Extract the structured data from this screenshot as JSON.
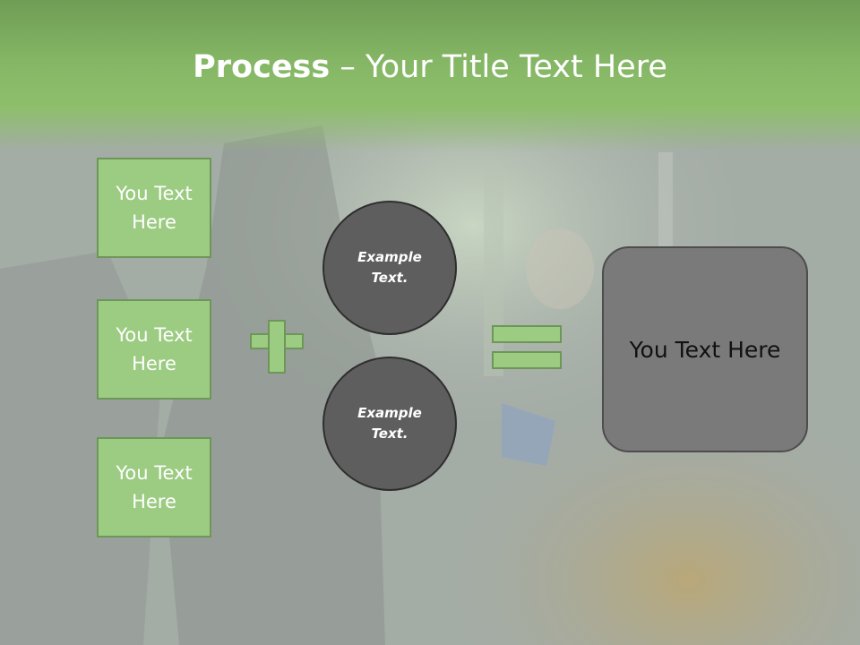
{
  "title": {
    "bold": "Process",
    "rest": " – Your Title Text Here"
  },
  "boxes": [
    {
      "label": "You Text Here"
    },
    {
      "label": "You Text Here"
    },
    {
      "label": "You Text Here"
    }
  ],
  "circles": [
    {
      "label": "Example Text."
    },
    {
      "label": "Example Text."
    }
  ],
  "result": {
    "label": "You Text Here"
  },
  "colors": {
    "header_green": "#8dbf6b",
    "box_fill": "#9ccb82",
    "box_border": "#6e9659",
    "circle_fill": "#5e5e5e",
    "result_fill": "#7a7a7a"
  },
  "icons": {
    "operator_1": "plus-icon",
    "operator_2": "equals-icon"
  }
}
